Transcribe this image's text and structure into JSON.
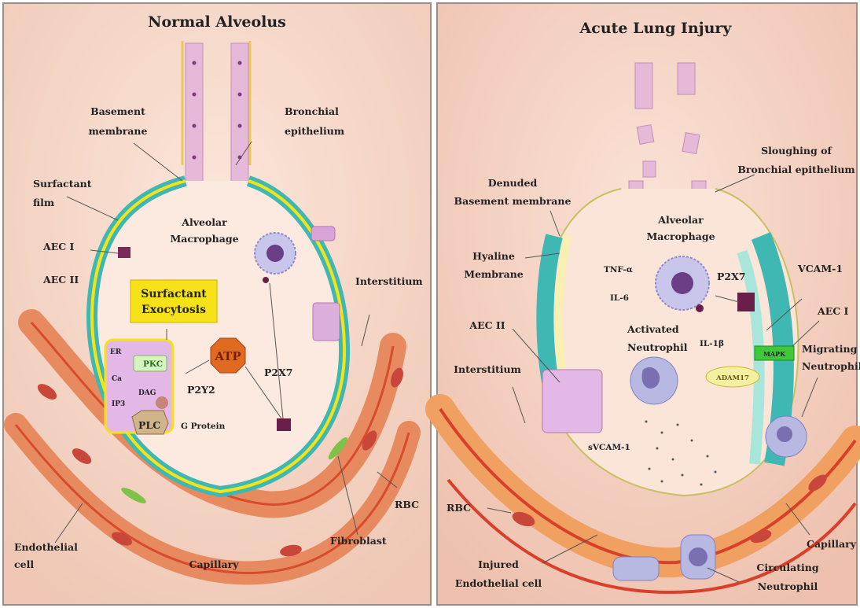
{
  "left_panel": {
    "title": "Normal Alveolus",
    "labels": {
      "basement_membrane_1": "Basement",
      "basement_membrane_2": "membrane",
      "bronchial_epithelium_1": "Bronchial",
      "bronchial_epithelium_2": "epithelium",
      "surfactant_film_1": "Surfactant",
      "surfactant_film_2": "film",
      "aec1": "AEC I",
      "aec2": "AEC II",
      "alveolar_macrophage_1": "Alveolar",
      "alveolar_macrophage_2": "Macrophage",
      "interstitium": "Interstitium",
      "surfactant_exocytosis_1": "Surfactant",
      "surfactant_exocytosis_2": "Exocytosis",
      "atp": "ATP",
      "p2x7": "P2X7",
      "p2y2": "P2Y2",
      "er": "ER",
      "pkc": "PKC",
      "ca": "Ca",
      "dag": "DAG",
      "ip3": "IP3",
      "plc": "PLC",
      "g_protein": "G Protein",
      "rbc": "RBC",
      "endothelial_cell_1": "Endothelial",
      "endothelial_cell_2": "cell",
      "capillary": "Capillary",
      "fibroblast": "Fibroblast"
    }
  },
  "right_panel": {
    "title": "Acute Lung Injury",
    "labels": {
      "sloughing_1": "Sloughing of",
      "sloughing_2": "Bronchial epithelium",
      "denuded_1": "Denuded",
      "denuded_2": "Basement membrane",
      "alveolar_macrophage_1": "Alveolar",
      "alveolar_macrophage_2": "Macrophage",
      "hyaline_1": "Hyaline",
      "hyaline_2": "Membrane",
      "tnf": "TNF-α",
      "il6": "IL-6",
      "p2x7": "P2X7",
      "vcam1": "VCAM-1",
      "aec1": "AEC I",
      "il1b": "IL-1β",
      "aec2": "AEC II",
      "activated_neutrophil_1": "Activated",
      "activated_neutrophil_2": "Neutrophil",
      "mapk": "MAPK",
      "migrating_neutrophil_1": "Migrating",
      "migrating_neutrophil_2": "Neutrophil",
      "adam17": "ADAM17",
      "interstitium": "Interstitium",
      "svcam1": "sVCAM-1",
      "rbc": "RBC",
      "capillary": "Capillary",
      "injured_endothelial_1": "Injured",
      "injured_endothelial_2": "Endothelial cell",
      "circulating_neutrophil_1": "Circulating",
      "circulating_neutrophil_2": "Neutrophil"
    }
  },
  "colors": {
    "panel_bg_left": "#f6d9ca",
    "panel_bg_right": "#f4cdbd",
    "epithelium_teal": "#3fb7b2",
    "surfactant_yellow": "#f3e318",
    "capillary_red": "#d8402a",
    "capillary_orange": "#f0a060",
    "exocytosis_box": "#f7e21a",
    "atp_orange": "#e06a20",
    "mapk_green": "#3ec83a",
    "adam17_yellow": "#f5f0a0"
  }
}
